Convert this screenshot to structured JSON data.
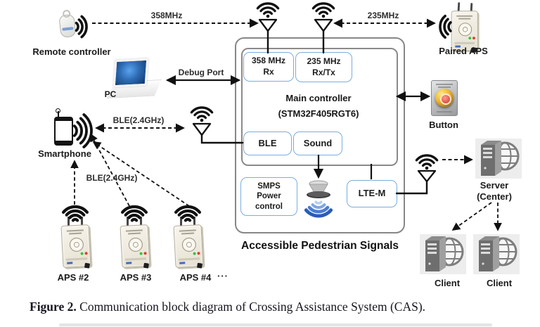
{
  "colors": {
    "module_border": "#7bacde",
    "frame_border": "#878787",
    "wire": "#111111",
    "speaker_wave_blue": "#2a5cb8",
    "remote_band_blue": "#7c9fd1"
  },
  "edges": {
    "rf358": {
      "label": "358MHz"
    },
    "rf235": {
      "label": "235MHz"
    },
    "debug": {
      "label": "Debug Port"
    },
    "ble_link": {
      "label": "BLE(2.4GHz)"
    },
    "ble_mesh": {
      "label": "BLE(2.4GHz)"
    }
  },
  "devices": {
    "remote_controller": {
      "label": "Remote controller"
    },
    "pc": {
      "label": "PC"
    },
    "smartphone": {
      "label": "Smartphone"
    },
    "paired_aps": {
      "label": "Paired APS"
    },
    "button": {
      "label": "Button"
    },
    "server": {
      "label": "Server",
      "sublabel": "(Center)"
    },
    "client_left": {
      "label": "Client"
    },
    "client_right": {
      "label": "Client"
    },
    "aps_2": {
      "label": "APS #2"
    },
    "aps_3": {
      "label": "APS #3"
    },
    "aps_4": {
      "label": "APS #4"
    },
    "aps_ellipsis": "···"
  },
  "aps_unit": {
    "caption": "Accessible Pedestrian Signals",
    "controller_line1": "Main controller",
    "controller_line2": "(STM32F405RGT6)",
    "modules": {
      "rx358": {
        "line1": "358 MHz",
        "line2": "Rx"
      },
      "rxtx235": {
        "line1": "235 MHz",
        "line2": "Rx/Tx"
      },
      "ble": {
        "label": "BLE"
      },
      "sound": {
        "label": "Sound"
      },
      "smps": {
        "line1": "SMPS",
        "line2": "Power",
        "line3": "control"
      },
      "lte_m": {
        "label": "LTE-M"
      }
    }
  },
  "figure_caption": {
    "label": "Figure 2.",
    "text": " Communication block diagram of Crossing Assistance System (CAS)."
  }
}
